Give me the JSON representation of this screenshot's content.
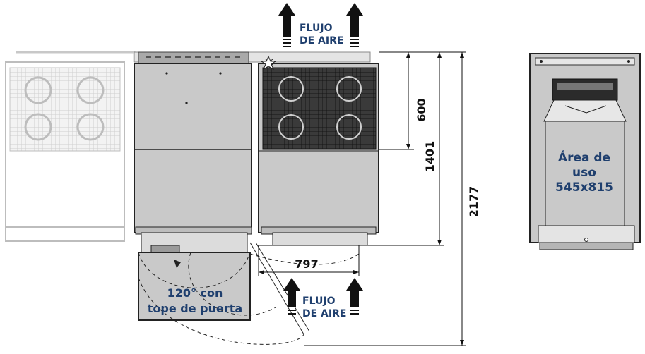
{
  "airflow": {
    "top_line1": "FLUJO",
    "top_line2": "DE AIRE",
    "bottom_line1": "FLUJO",
    "bottom_line2": "DE AIRE"
  },
  "door": {
    "line1": "120° con",
    "line2": "tope de puerta"
  },
  "dimensions": {
    "height_fan": "600",
    "height_body": "1401",
    "height_total": "2177",
    "width_door": "797"
  },
  "usage_area": {
    "line1": "Área de",
    "line2": "uso",
    "line3": "545x815"
  },
  "colors": {
    "label_blue": "#1f3f6e",
    "panel_grey": "#c9c9c9",
    "grille_dark": "#2b2b2b"
  }
}
